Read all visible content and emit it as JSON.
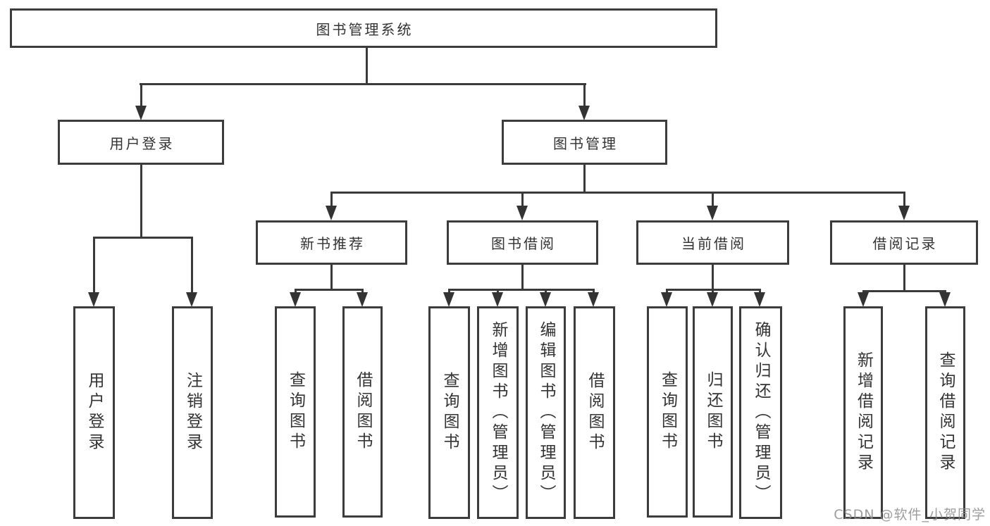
{
  "diagram": {
    "root": "图书管理系统",
    "branches": [
      {
        "label": "用户登录",
        "children": [
          "用户登录",
          "注销登录"
        ]
      },
      {
        "label": "图书管理",
        "groups": [
          {
            "label": "新书推荐",
            "children": [
              "查询图书",
              "借阅图书"
            ]
          },
          {
            "label": "图书借阅",
            "children": [
              "查询图书",
              "新增图书（管理员）",
              "编辑图书（管理员）",
              "借阅图书"
            ]
          },
          {
            "label": "当前借阅",
            "children": [
              "查询图书",
              "归还图书",
              "确认归还（管理员）"
            ]
          },
          {
            "label": "借阅记录",
            "children": [
              "新增借阅记录",
              "查询借阅记录"
            ]
          }
        ]
      }
    ]
  },
  "colors": {
    "line": "#3a3a3a",
    "box_border": "#3c3c3c",
    "text": "#333333",
    "background": "#ffffff"
  },
  "watermark": "CSDN @软件_小贺同学"
}
